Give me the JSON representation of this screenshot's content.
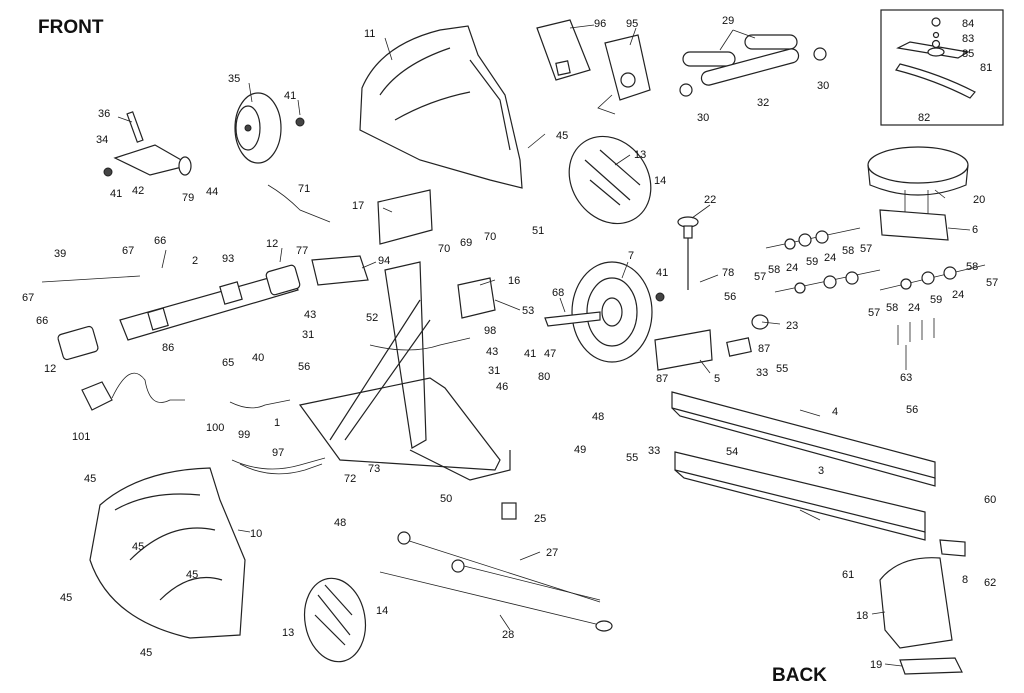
{
  "headings": {
    "front": "FRONT",
    "back": "BACK"
  },
  "callouts": {
    "c11": "11",
    "c96": "96",
    "c95": "95",
    "c29": "29",
    "c30a": "30",
    "c30b": "30",
    "c32": "32",
    "c84": "84",
    "c83": "83",
    "c85": "85",
    "c81": "81",
    "c82": "82",
    "c35": "35",
    "c41a": "41",
    "c36": "36",
    "c34": "34",
    "c41b": "41",
    "c42": "42",
    "c79": "79",
    "c44": "44",
    "c71": "71",
    "c45a": "45",
    "c13a": "13",
    "c14a": "14",
    "c17": "17",
    "c22": "22",
    "c20": "20",
    "c6": "6",
    "c39": "39",
    "c67a": "67",
    "c66a": "66",
    "c2": "2",
    "c93": "93",
    "c12a": "12",
    "c77": "77",
    "c94": "94",
    "c70a": "70",
    "c69": "69",
    "c70b": "70",
    "c51": "51",
    "c7": "7",
    "c41c": "41",
    "c78": "78",
    "c57a": "57",
    "c58a": "58",
    "c24a": "24",
    "c59a": "59",
    "c24b": "24",
    "c58b": "58",
    "c57b": "57",
    "c67b": "67",
    "c66b": "66",
    "c86": "86",
    "c65": "65",
    "c40": "40",
    "c12b": "12",
    "c43a": "43",
    "c52": "52",
    "c16": "16",
    "c53": "53",
    "c68": "68",
    "c56a": "56",
    "c23": "23",
    "c57c": "57",
    "c58c": "58",
    "c24c": "24",
    "c59b": "59",
    "c24d": "24",
    "c58d": "58",
    "c57d": "57",
    "c31a": "31",
    "c98": "98",
    "c43b": "43",
    "c41d": "41",
    "c47": "47",
    "c87a": "87",
    "c87b": "87",
    "c5": "5",
    "c63": "63",
    "c101": "101",
    "c56b": "56",
    "c31b": "31",
    "c46": "46",
    "c80": "80",
    "c33a": "33",
    "c55a": "55",
    "c100": "100",
    "c99": "99",
    "c1": "1",
    "c48a": "48",
    "c4": "4",
    "c56c": "56",
    "c97": "97",
    "c73": "73",
    "c72": "72",
    "c49": "49",
    "c55b": "55",
    "c33b": "33",
    "c54": "54",
    "c45b": "45",
    "c10": "10",
    "c50": "50",
    "c3": "3",
    "c60": "60",
    "c45c": "45",
    "c48b": "48",
    "c25": "25",
    "c45d": "45",
    "c27": "27",
    "c8": "8",
    "c62": "62",
    "c61": "61",
    "c45e": "45",
    "c14b": "14",
    "c13b": "13",
    "c28": "28",
    "c18": "18",
    "c45f": "45",
    "c19": "19"
  }
}
